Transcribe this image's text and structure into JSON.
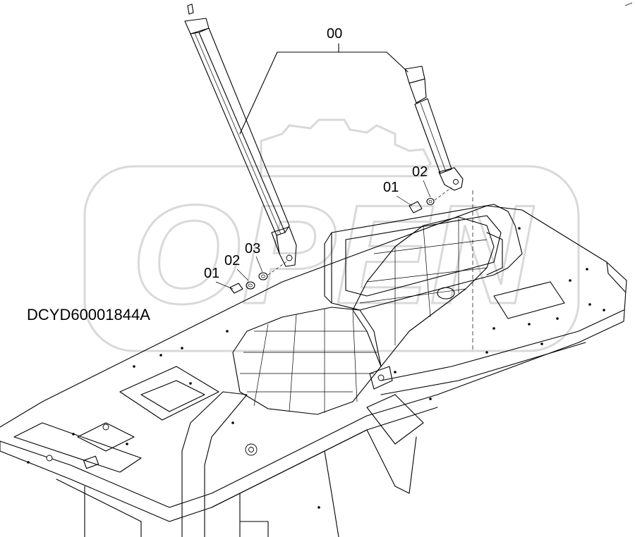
{
  "document_number": "DCYD60001844A",
  "callouts": {
    "assembly": "00",
    "left_bolt": "01",
    "left_washer": "02",
    "left_spacer": "03",
    "right_bolt": "01",
    "right_washer": "02"
  },
  "watermark_text": "OPEN"
}
